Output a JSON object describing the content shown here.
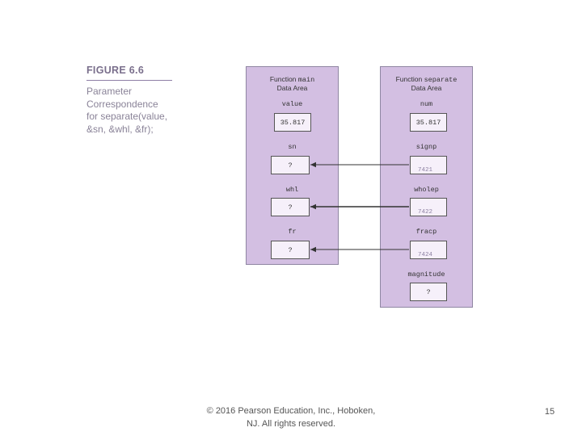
{
  "figure": {
    "title": "FIGURE 6.6",
    "caption_lines": [
      "Parameter",
      "Correspondence",
      "for separate(value,",
      "&sn, &whl, &fr);"
    ]
  },
  "main_area": {
    "header_line1_prefix": "Function ",
    "header_line1_name": "main",
    "header_line2": "Data Area",
    "vars": [
      {
        "label": "value",
        "value": "35.817"
      },
      {
        "label": "sn",
        "value": "?"
      },
      {
        "label": "whl",
        "value": "?"
      },
      {
        "label": "fr",
        "value": "?"
      }
    ]
  },
  "separate_area": {
    "header_line1_prefix": "Function ",
    "header_line1_name": "separate",
    "header_line2": "Data Area",
    "vars": [
      {
        "label": "num",
        "value": "35.817",
        "addr": ""
      },
      {
        "label": "signp",
        "value": "",
        "addr": "7421"
      },
      {
        "label": "wholep",
        "value": "",
        "addr": "7422"
      },
      {
        "label": "fracp",
        "value": "",
        "addr": "7424"
      },
      {
        "label": "magnitude",
        "value": "?",
        "addr": ""
      }
    ]
  },
  "footer": {
    "copyright_line1": "© 2016 Pearson Education, Inc., Hoboken,",
    "copyright_line2": "NJ.  All rights reserved.",
    "page_number": "15"
  },
  "colors": {
    "panel_fill": "#d3bfe2",
    "cell_fill": "#f6f0fa",
    "title_color": "#7a6f8c",
    "arrow_color": "#333333"
  }
}
